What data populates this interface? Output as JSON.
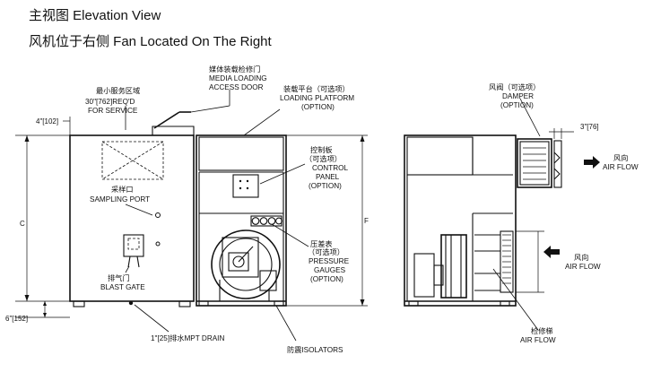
{
  "title_cn": "主视图 Elevation View",
  "subtitle_cn": "风机位于右侧 Fan Located On The Right",
  "callouts": {
    "media_door_cn": "媒体装载检修门",
    "media_door_en1": "MEDIA LOADING",
    "media_door_en2": "ACCESS DOOR",
    "service_cn": "最小服务区域",
    "service_en1": "30\"[762]REQ'D",
    "service_en2": "FOR SERVICE",
    "platform_cn": "装载平台（可选项）",
    "platform_en1": "LOADING PLATFORM",
    "platform_en2": "(OPTION)",
    "control_cn1": "控制板",
    "control_cn2": "（可选项）",
    "control_en1": "CONTROL",
    "control_en2": "PANEL",
    "control_en3": "(OPTION)",
    "sampling_cn": "采样口",
    "sampling_en": "SAMPLING PORT",
    "gauges_cn1": "压差表",
    "gauges_cn2": "（可选项）",
    "gauges_en1": "PRESSURE",
    "gauges_en2": "GAUGES",
    "gauges_en3": "(OPTION)",
    "blast_cn": "排气门",
    "blast_en": "BLAST GATE",
    "drain": "1\"[25]排水MPT DRAIN",
    "isolators": "防震ISOLATORS",
    "damper_cn": "风阀（可选项）",
    "damper_en1": "DAMPER",
    "damper_en2": "(OPTION)",
    "airflow_top_cn": "风向",
    "airflow_top_en": "AIR FLOW",
    "airflow_mid_cn": "风向",
    "airflow_mid_en": "AIR FLOW",
    "access_cn": "检修梯",
    "access_en": "AIR FLOW"
  },
  "dimensions": {
    "top_left": "4\"[102]",
    "bottom_left": "6\"[152]",
    "height_c": "C",
    "height_f": "F",
    "damper_depth": "3\"[76]"
  },
  "icons": {
    "airflow_arrow": "arrow-right-icon",
    "intake_arrow": "arrow-left-icon"
  }
}
